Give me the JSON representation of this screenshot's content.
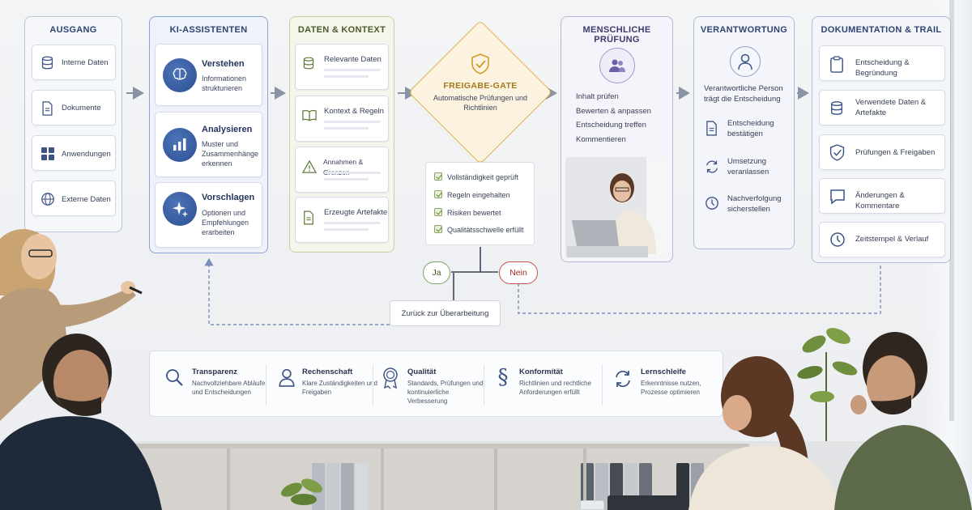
{
  "columns": {
    "ausgang": {
      "title": "AUSGANG",
      "items": [
        {
          "label": "Interne Daten",
          "icon": "database-icon"
        },
        {
          "label": "Dokumente",
          "icon": "document-icon"
        },
        {
          "label": "Anwendungen",
          "icon": "apps-grid-icon"
        },
        {
          "label": "Externe Daten",
          "icon": "globe-icon"
        }
      ]
    },
    "ki": {
      "title": "KI-ASSISTENTEN",
      "items": [
        {
          "title": "Verstehen",
          "desc": "Informationen strukturieren",
          "icon": "brain-icon"
        },
        {
          "title": "Analysieren",
          "desc": "Muster und Zusammenhänge erkennen",
          "icon": "bar-chart-icon"
        },
        {
          "title": "Vorschlagen",
          "desc": "Optionen und Empfehlungen erarbeiten",
          "icon": "sparkle-icon"
        }
      ]
    },
    "daten": {
      "title": "DATEN & KONTEXT",
      "items": [
        {
          "label": "Relevante Daten",
          "icon": "database-icon"
        },
        {
          "label": "Kontext & Regeln",
          "icon": "book-icon"
        },
        {
          "label": "Annahmen & Grenzen",
          "icon": "warning-icon"
        },
        {
          "label": "Erzeugte Artefakte",
          "icon": "document-icon"
        }
      ]
    },
    "gate": {
      "title": "FREIGABE-GATE",
      "subtitle": "Automatische Prüfungen und Richtlinien",
      "checks": [
        "Vollständigkeit geprüft",
        "Regeln eingehalten",
        "Risiken bewertet",
        "Qualitätsschwelle erfüllt"
      ],
      "yes": "Ja",
      "no": "Nein",
      "back": "Zurück zur Überarbeitung"
    },
    "mensch": {
      "title": "MENSCHLICHE PRÜFUNG",
      "items": [
        "Inhalt prüfen",
        "Bewerten & anpassen",
        "Entscheidung treffen",
        "Kommentieren"
      ]
    },
    "verant": {
      "title": "VERANTWORTUNG",
      "lead": "Verantwortliche Person trägt die Entscheidung",
      "items": [
        {
          "label": "Entscheidung bestätigen",
          "icon": "document-check-icon"
        },
        {
          "label": "Umsetzung veranlassen",
          "icon": "cycle-icon"
        },
        {
          "label": "Nachverfolgung sicherstellen",
          "icon": "clock-icon"
        }
      ]
    },
    "doku": {
      "title": "DOKUMENTATION & TRAIL",
      "items": [
        {
          "label": "Entscheidung & Begründung",
          "icon": "clipboard-icon"
        },
        {
          "label": "Verwendete Daten & Artefakte",
          "icon": "database-icon"
        },
        {
          "label": "Prüfungen & Freigaben",
          "icon": "shield-check-icon"
        },
        {
          "label": "Änderungen & Kommentare",
          "icon": "comment-icon"
        },
        {
          "label": "Zeitstempel & Verlauf",
          "icon": "clock-icon"
        }
      ]
    }
  },
  "principles": [
    {
      "title": "Transparenz",
      "desc": "Nachvollziehbare Abläufe und Entscheidungen",
      "icon": "magnifier-icon"
    },
    {
      "title": "Rechenschaft",
      "desc": "Klare Zuständigkeiten und Freigaben",
      "icon": "person-icon"
    },
    {
      "title": "Qualität",
      "desc": "Standards, Prüfungen und kontinuierliche Verbesserung",
      "icon": "award-icon"
    },
    {
      "title": "Konformität",
      "desc": "Richtlinien und rechtliche Anforderungen erfüllt",
      "icon": "paragraph-icon"
    },
    {
      "title": "Lernschleife",
      "desc": "Erkenntnisse nutzen, Prozesse optimieren",
      "icon": "refresh-icon"
    }
  ],
  "colors": {
    "accent_blue": "#2f4470",
    "gate_gold": "#e2b54c",
    "yes_green": "#7da25a",
    "no_red": "#c8504a"
  }
}
